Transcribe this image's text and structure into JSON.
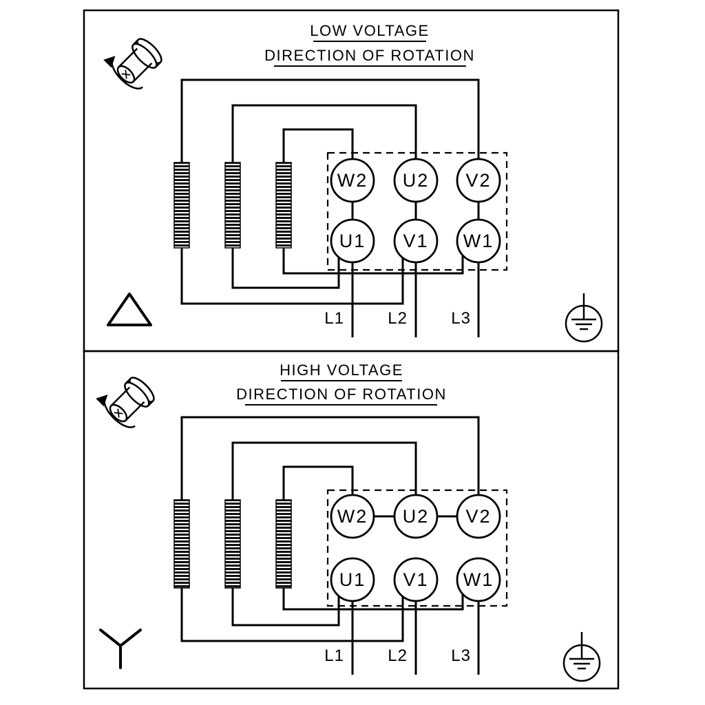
{
  "diagram": {
    "panels": [
      {
        "title": "LOW VOLTAGE",
        "subtitle": "DIRECTION OF ROTATION",
        "connection": "delta",
        "terminals": {
          "top": [
            "W2",
            "U2",
            "V2"
          ],
          "bottom": [
            "U1",
            "V1",
            "W1"
          ]
        },
        "supply_lines": [
          "L1",
          "L2",
          "L3"
        ]
      },
      {
        "title": "HIGH VOLTAGE",
        "subtitle": "DIRECTION OF ROTATION",
        "connection": "star",
        "terminals": {
          "top": [
            "W2",
            "U2",
            "V2"
          ],
          "bottom": [
            "U1",
            "V1",
            "W1"
          ]
        },
        "supply_lines": [
          "L1",
          "L2",
          "L3"
        ]
      }
    ],
    "icons": {
      "rotation_direction": "shaft-with-curved-arrow",
      "ground": "protective-earth-in-circle",
      "delta": "triangle-outline",
      "star": "y-shape"
    },
    "colors": {
      "line": "#000000",
      "background": "#ffffff"
    }
  }
}
